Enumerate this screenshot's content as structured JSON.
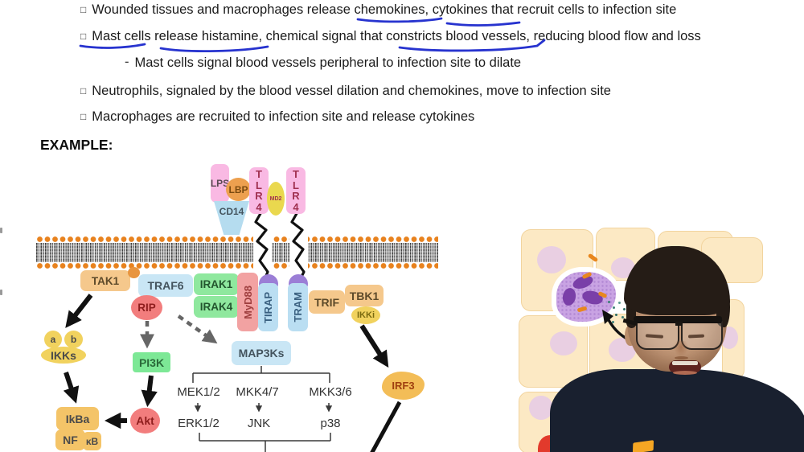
{
  "slide": {
    "bullet_lines": [
      {
        "marker": "□",
        "text": "Wounded tissues and macrophages release chemokines, cytokines that recruit cells to infection site"
      },
      {
        "marker": "□",
        "text": "Mast cells release histamine, chemical signal that constricts blood vessels, reducing blood flow and loss"
      },
      {
        "marker": "-",
        "text": "Mast cells signal blood vessels peripheral to infection site to dilate"
      },
      {
        "marker": "□",
        "text": "Neutrophils, signaled by the blood vessel dilation and chemokines, move to infection site"
      },
      {
        "marker": "□",
        "text": "Macrophages are recruited to infection site and release cytokines"
      }
    ],
    "example_label": "EXAMPLE:",
    "underlined_phrases": [
      "chemokines,",
      "cytokines",
      "Mast cells",
      "release histamine,",
      "constricts blood vessels,"
    ],
    "ink_color": "#2733cf"
  },
  "pathway": {
    "receptor": {
      "lps": "LPS",
      "lbp": "LBP",
      "cd14": "CD14",
      "md2": "MD2",
      "tlr4_left": "TLR4",
      "tlr4_right": "TLR4"
    },
    "nodes": {
      "tak1": "TAK1",
      "traf6": "TRAF6",
      "rip": "RIP",
      "irak1": "IRAK1",
      "irak4": "IRAK4",
      "myd88": "MyD88",
      "tirap": "TIRAP",
      "tram": "TRAM",
      "trif": "TRIF",
      "tbk1": "TBK1",
      "ikki": "IKKi",
      "ikk_a": "a",
      "ikk_b": "b",
      "ikks": "IKKs",
      "pi3k": "PI3K",
      "map3ks": "MAP3Ks",
      "ikba": "IkBa",
      "nf": "NF",
      "kb": "κB",
      "akt": "Akt",
      "irf3": "IRF3"
    },
    "mapk": {
      "tier1": [
        "MEK1/2",
        "MKK4/7",
        "MKK3/6"
      ],
      "tier2": [
        "ERK1/2",
        "JNK",
        "p38"
      ]
    }
  },
  "colors": {
    "ink_blue": "#2733cf",
    "membrane_orange": "#e8821e",
    "node_orange": "#f5c88c",
    "node_blue": "#c9e6f5",
    "node_green": "#8fe89e",
    "node_pink": "#f9b9e3",
    "node_salmon": "#f2a2a2",
    "node_red": "#f27d7d",
    "node_yellow": "#f1d25e",
    "node_gold": "#f4c468",
    "purple_adaptor_dot": "#9b7ed6",
    "macrophage_purple": "#c9a3e3",
    "epithelium_cream": "#fce9c4",
    "shirt_navy": "#19202f"
  }
}
